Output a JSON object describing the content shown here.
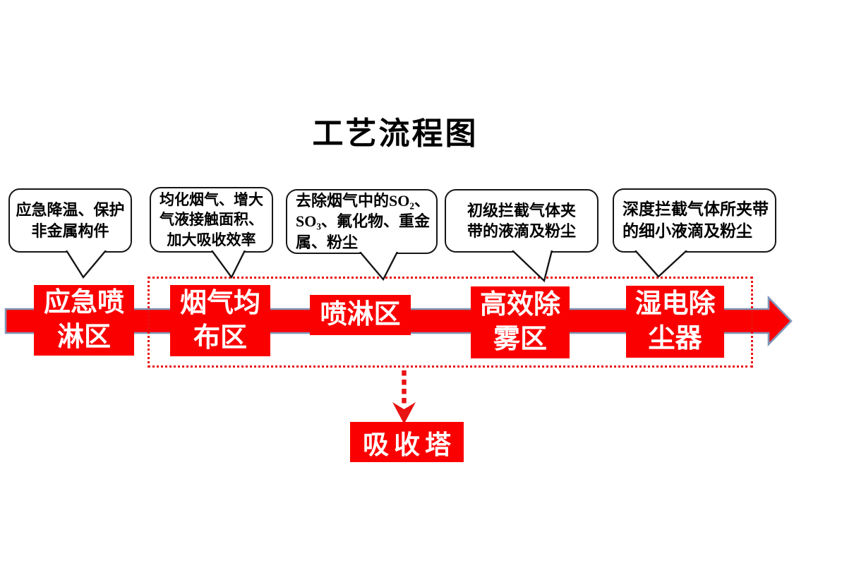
{
  "title": "工艺流程图",
  "colors": {
    "stage_red": "#fb0000",
    "dotted_red": "#e81313",
    "arrow_outline": "#7e96b8",
    "bubble_border": "#161616"
  },
  "callouts": [
    {
      "lines": [
        "应急降温、保护",
        "非金属构件"
      ]
    },
    {
      "lines": [
        "均化烟气、增大",
        "气液接触面积、",
        "加大吸收效率"
      ]
    },
    {
      "lines": [
        "去除烟气中的SO₂、",
        "SO₃、氟化物、重金",
        "属、粉尘"
      ]
    },
    {
      "lines": [
        "初级拦截气体夹",
        "带的液滴及粉尘"
      ]
    },
    {
      "lines": [
        "深度拦截气体所夹带",
        "的细小液滴及粉尘"
      ]
    }
  ],
  "stages": [
    {
      "lines": [
        "应急喷",
        "淋区"
      ]
    },
    {
      "lines": [
        "烟气均",
        "布区"
      ]
    },
    {
      "lines": [
        "喷淋区"
      ]
    },
    {
      "lines": [
        "高效除",
        "雾区"
      ]
    },
    {
      "lines": [
        "湿电除",
        "尘器"
      ]
    }
  ],
  "absorber_label": "吸收塔"
}
